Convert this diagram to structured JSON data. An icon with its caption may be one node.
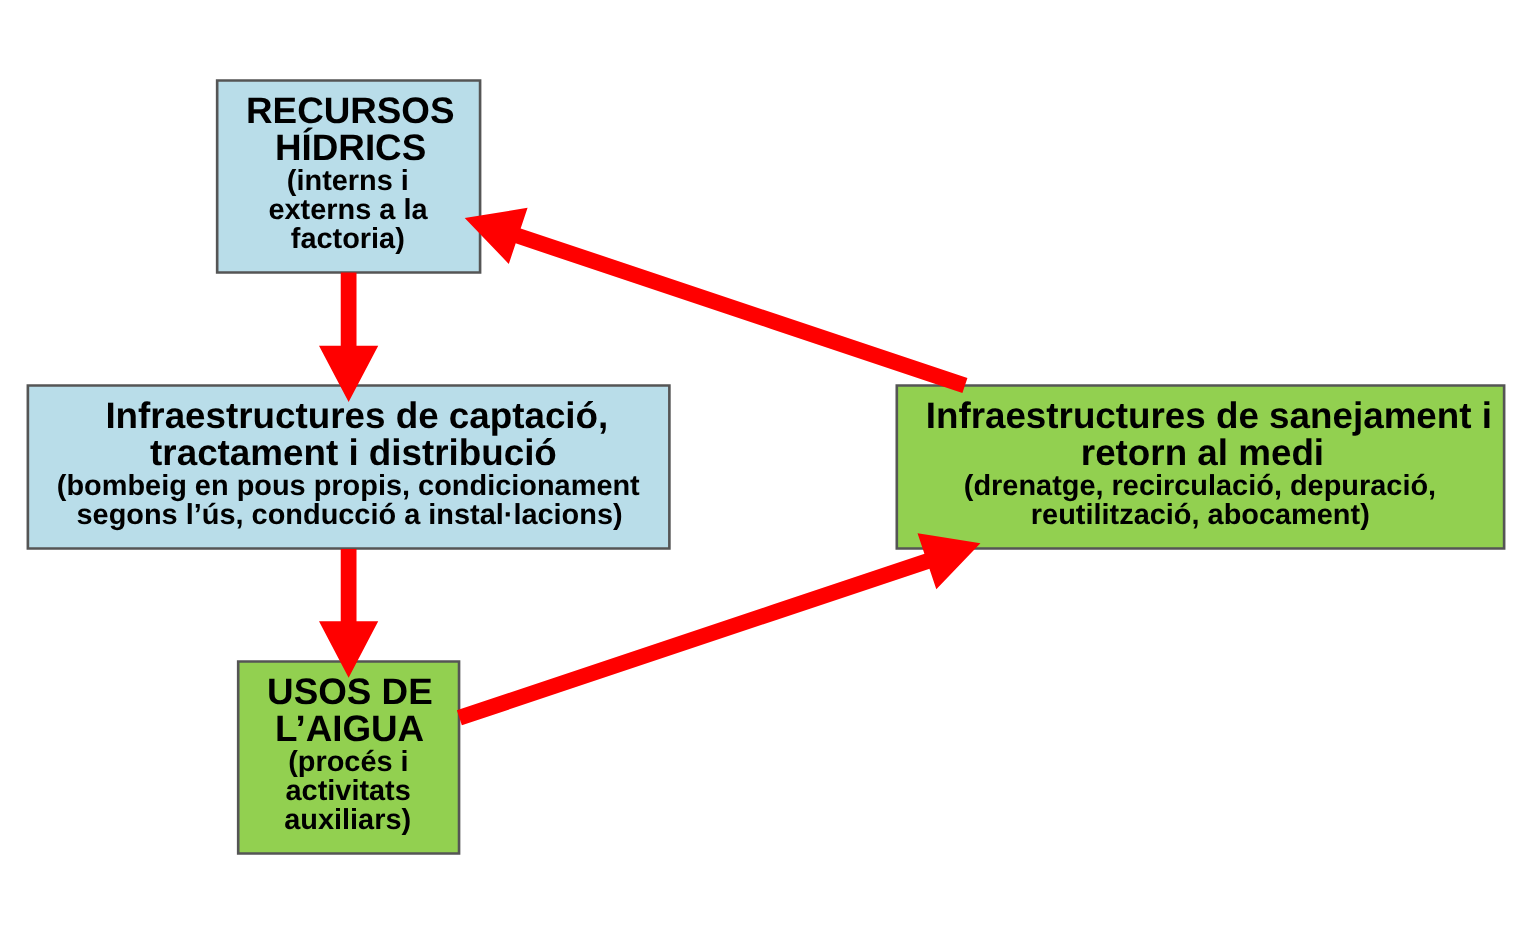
{
  "diagram": {
    "nodes": [
      {
        "text": [
          "RECURSOS HÍDRICS",
          "(interns i externs a la factoria)"
        ]
      },
      {
        "text": [
          "Infraestructures de captació, tractament i distribució",
          "(bombeig en pous propis, condicionament segons l’ús, conducció a instal·lacions)"
        ]
      },
      {
        "text": [
          "USOS DE L’AIGUA",
          "(procés i activitats auxiliars)"
        ]
      },
      {
        "text": [
          "Infraestructures de sanejament i retorn al medi",
          "(drenatge, recirculació, depuració, reutilització, abocament)"
        ]
      }
    ],
    "edges": [
      {
        "from": 0,
        "to": 1,
        "arrow": "to"
      },
      {
        "from": 1,
        "to": 2,
        "arrow": "to"
      },
      {
        "from": 2,
        "to": 3,
        "arrow": "to"
      },
      {
        "from": 3,
        "to": 0,
        "arrow": "to"
      }
    ]
  }
}
